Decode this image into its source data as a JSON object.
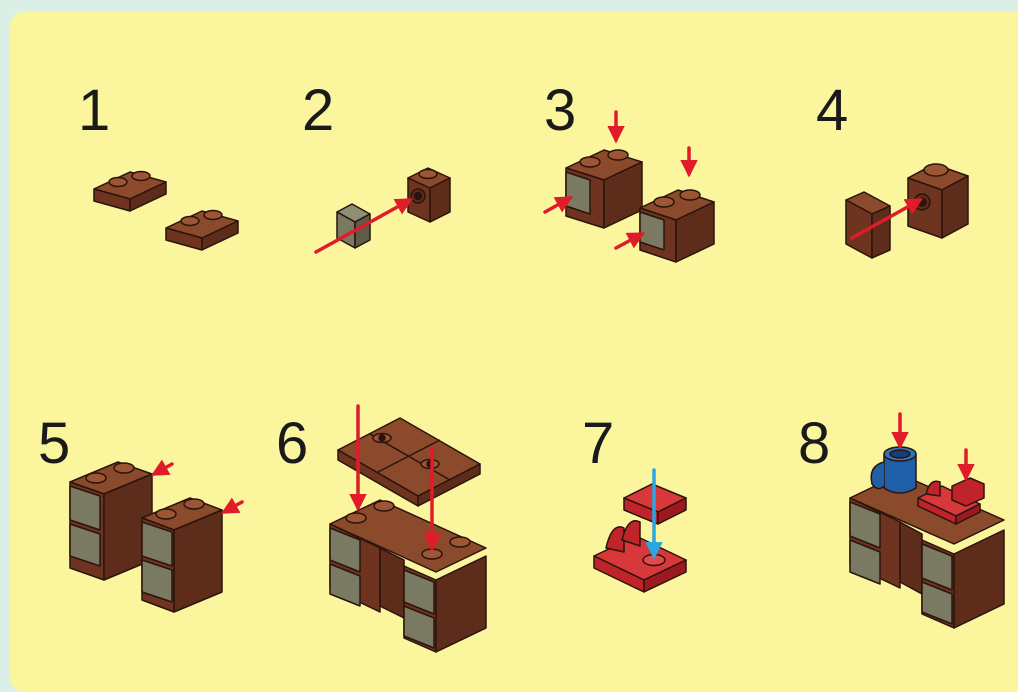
{
  "colors": {
    "background": "#fbf59e",
    "page_edge": "#dcefe6",
    "brick_top": "#8c4a2c",
    "brick_side": "#6e3420",
    "brick_outline": "#2a140c",
    "tile_grey": "#7a7a62",
    "part_red": "#c0242a",
    "part_blue": "#1f5fa8",
    "arrow_red": "#e01b2a",
    "arrow_blue": "#2aa6e0"
  },
  "steps": [
    {
      "number": "1"
    },
    {
      "number": "2"
    },
    {
      "number": "3"
    },
    {
      "number": "4"
    },
    {
      "number": "5"
    },
    {
      "number": "6"
    },
    {
      "number": "7"
    },
    {
      "number": "8"
    }
  ]
}
